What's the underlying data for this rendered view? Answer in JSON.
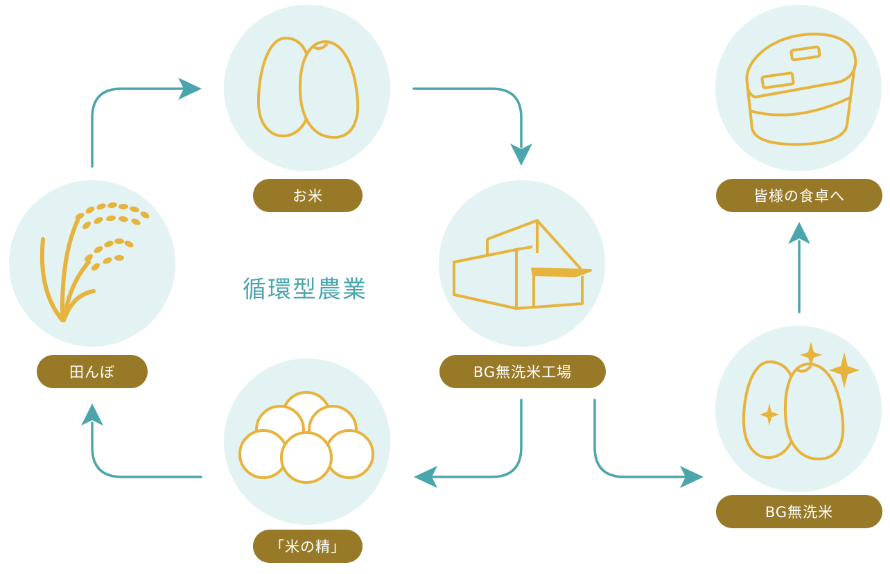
{
  "title": "循環型農業",
  "nodes": {
    "field": {
      "label": "田んぼ",
      "icon": "rice-plant-icon"
    },
    "rice": {
      "label": "お米",
      "icon": "rice-grains-icon"
    },
    "factory": {
      "label": "BG無洗米工場",
      "icon": "factory-icon"
    },
    "bgrice": {
      "label": "BG無洗米",
      "icon": "sparkling-rice-icon"
    },
    "table": {
      "label": "皆様の食卓へ",
      "icon": "rice-cooker-icon"
    },
    "essence": {
      "label": "「米の精」",
      "icon": "rice-essence-balls-icon"
    }
  },
  "colors": {
    "circle": "#e3f2f2",
    "pill": "#977928",
    "arrow": "#4aa5ad",
    "icon": "#e6b33c",
    "title": "#4aa5ad"
  }
}
